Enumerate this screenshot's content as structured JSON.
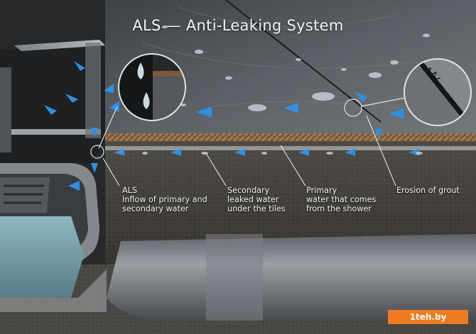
{
  "title": "ALS — Anti-Leaking System",
  "labels": {
    "als_name": "ALS",
    "als_line1": "Inflow of primary and",
    "als_line2": "secondary water",
    "secondary_line1": "Secondary",
    "secondary_line2": "leaked water",
    "secondary_line3": "under the tiles",
    "primary_line1": "Primary",
    "primary_line2": "water that comes",
    "primary_line3": "from the shower",
    "grout": "Erosion of grout"
  },
  "watermark": "1teh.by",
  "colors": {
    "arrow": "#2f8fe0",
    "watermark": "#f07c22",
    "text": "#eef1f3"
  },
  "icons": [
    "water-drop-icon",
    "flow-arrow-icon",
    "magnifier-icon"
  ]
}
